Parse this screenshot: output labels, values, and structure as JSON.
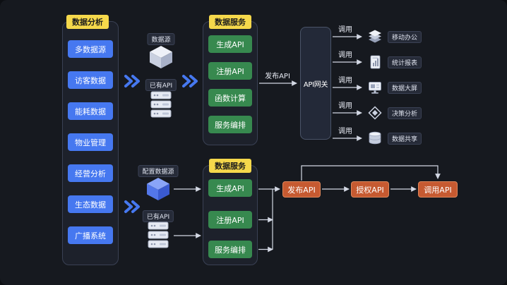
{
  "palette": {
    "background": "#16191f",
    "panel_fill": "#1d212b",
    "panel_border": "#3a4154",
    "tag_yellow": "#f5d84b",
    "node_blue": "#4678f0",
    "node_green": "#37894f",
    "node_orange": "#c65a31",
    "gateway_fill": "#232938",
    "arrow_gray": "#d3d8e4"
  },
  "analysis_panel": {
    "tag": "数据分析",
    "items": [
      "多数据源",
      "访客数据",
      "能耗数据",
      "物业管理",
      "经营分析",
      "生态数据",
      "广播系统"
    ]
  },
  "top_flow": {
    "source_label": "数据源",
    "existing_api_label": "已有API",
    "service_panel": {
      "tag": "数据服务",
      "items": [
        "生成API",
        "注册API",
        "函数计算",
        "服务编排"
      ]
    },
    "publish_label": "发布API",
    "gateway_label": "API网关",
    "call_label": "调用",
    "consumers": [
      {
        "label": "移动办公",
        "icon": "documents-stack"
      },
      {
        "label": "统计报表",
        "icon": "report-chart"
      },
      {
        "label": "数据大屏",
        "icon": "dashboard-screen"
      },
      {
        "label": "决策分析",
        "icon": "decision-diamond"
      },
      {
        "label": "数据共享",
        "icon": "database-share"
      }
    ]
  },
  "bottom_flow": {
    "config_source_label": "配置数据源",
    "existing_api_label": "已有API",
    "service_panel": {
      "tag": "数据服务",
      "items": [
        "生成API",
        "注册API",
        "服务编排"
      ]
    },
    "steps": [
      "发布API",
      "授权API",
      "调用API"
    ]
  },
  "icons": {
    "flow_arrow": "double-chevron-right",
    "data_source": "white-3d-cube",
    "config_data_source": "blue-3d-cube",
    "existing_api": "server-stack"
  }
}
